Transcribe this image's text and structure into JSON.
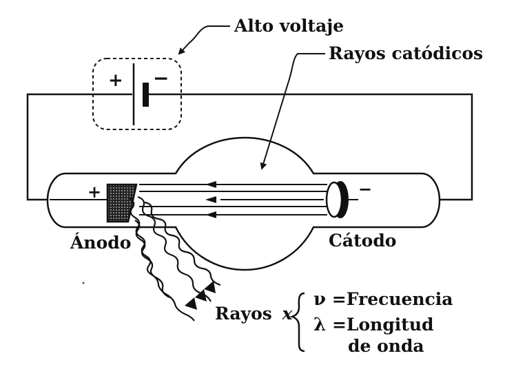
{
  "labels": {
    "high_voltage": "Alto voltaje",
    "cathode_rays": "Rayos catódicos",
    "anode": "Ánodo",
    "cathode": "Cátodo",
    "xrays_prefix": "Rayos",
    "xrays_symbol": "x",
    "frequency_symbol": "ν",
    "frequency_text": "=Frecuencia",
    "wavelength_symbol": "λ",
    "wavelength_text": "=Longitud",
    "wavelength_text2": "de onda"
  },
  "signs": {
    "battery_plus": "+",
    "battery_minus": "−",
    "anode_plus": "+",
    "cathode_minus": "−"
  },
  "colors": {
    "ink": "#111111",
    "background": "#ffffff"
  }
}
